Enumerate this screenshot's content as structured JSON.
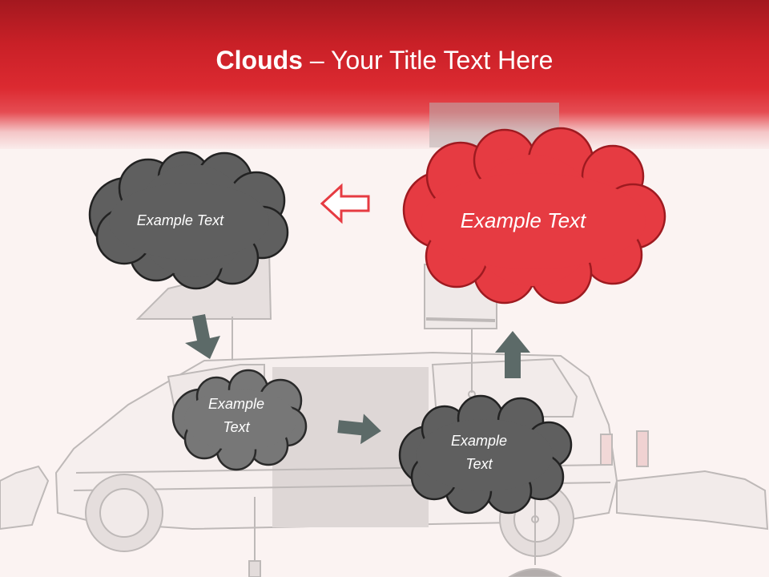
{
  "slide": {
    "title_bold": "Clouds",
    "title_rest": " – Your Title Text Here"
  },
  "clouds": {
    "top_left": "Example Text",
    "top_right": "Example Text",
    "middle": "Example Text",
    "bottom_right": "Example Text"
  },
  "colors": {
    "header_red": "#c92027",
    "accent_red": "#e63b42",
    "dark_cloud": "#5f5f5f",
    "mid_cloud": "#777777",
    "arrow_gray": "#5c6a68",
    "background": "#fbf3f2"
  }
}
